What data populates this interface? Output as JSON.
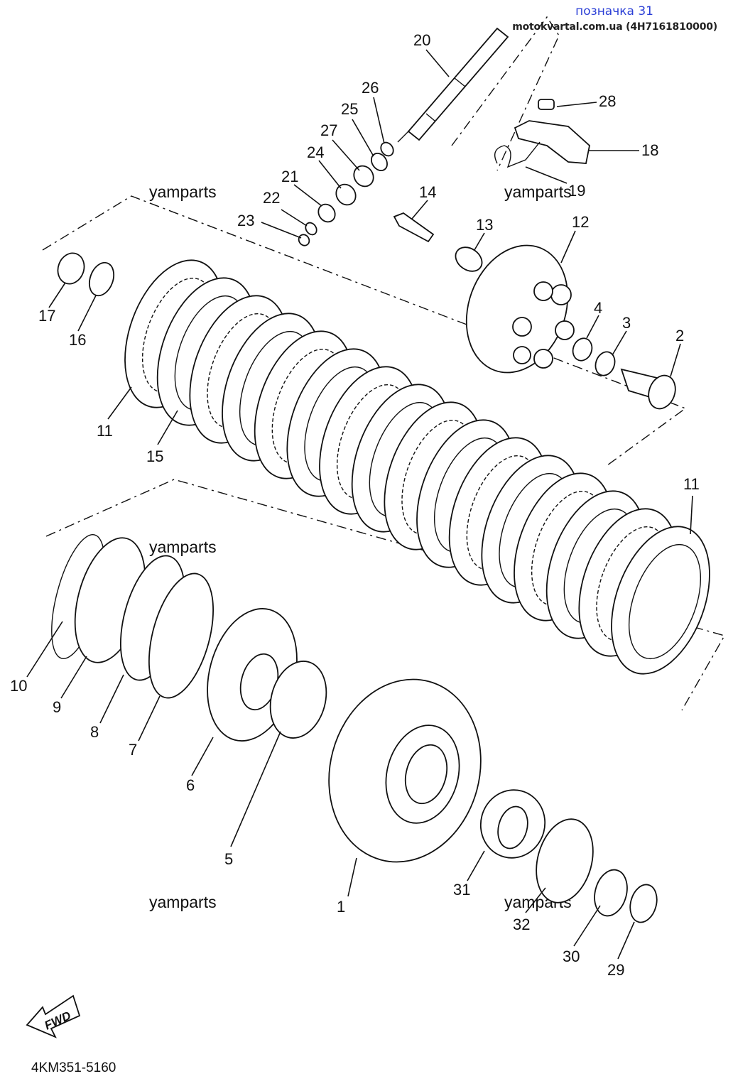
{
  "header": {
    "title": "позначка 31",
    "source": "motokvartal.com.ua (4H7161810000)"
  },
  "watermarks": [
    "yamparts",
    "yamparts",
    "yamparts",
    "yamparts",
    "yamparts",
    "yamparts"
  ],
  "diagram_code": "4KM351-5160",
  "fwd_label": "FWD",
  "callouts": {
    "p20": "20",
    "p26": "26",
    "p25": "25",
    "p27": "27",
    "p24": "24",
    "p21": "21",
    "p22": "22",
    "p23": "23",
    "p28": "28",
    "p18": "18",
    "p19": "19",
    "p14": "14",
    "p13": "13",
    "p12": "12",
    "p4": "4",
    "p3": "3",
    "p2": "2",
    "p17": "17",
    "p16": "16",
    "p11a": "11",
    "p15": "15",
    "p11b": "11",
    "p10": "10",
    "p9": "9",
    "p8": "8",
    "p7": "7",
    "p6": "6",
    "p5": "5",
    "p1": "1",
    "p31": "31",
    "p32": "32",
    "p30": "30",
    "p29": "29"
  }
}
